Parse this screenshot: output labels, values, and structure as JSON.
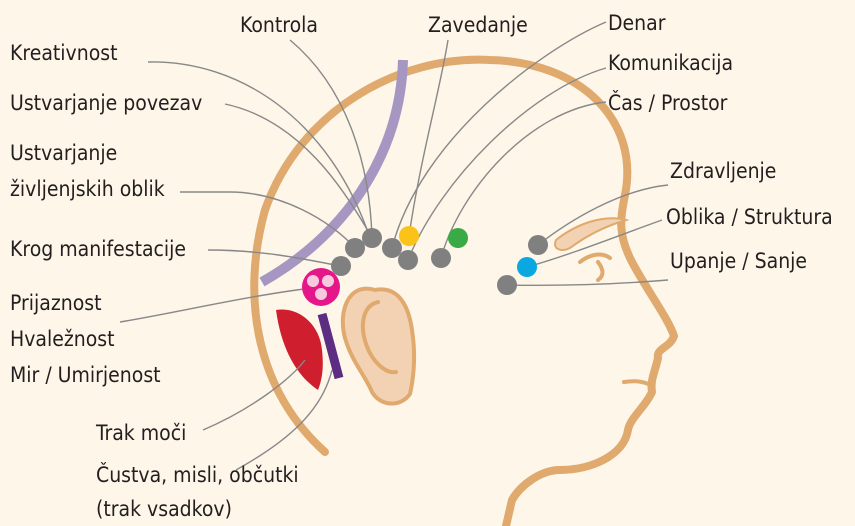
{
  "labels": {
    "kontrola": "Kontrola",
    "zavedanje": "Zavedanje",
    "denar": "Denar",
    "komunikacija": "Komunikacija",
    "cas_prostor": "Čas / Prostor",
    "kreativnost": "Kreativnost",
    "ustvarjanje_povezav": "Ustvarjanje povezav",
    "ustvarjanje_zivljenjskih_1": "Ustvarjanje",
    "ustvarjanje_zivljenjskih_2": "življenjskih oblik",
    "krog_manifestacije": "Krog manifestacije",
    "zdravljenje": "Zdravljenje",
    "oblika_struktura": "Oblika / Struktura",
    "upanje_sanje": "Upanje / Sanje",
    "prijaznost": "Prijaznost",
    "hvaleznost": "Hvaležnost",
    "mir": "Mir / Umirjenost",
    "trak_moci": "Trak moči",
    "custva_1": "Čustva, misli, občutki",
    "custva_2": "(trak vsadkov)"
  },
  "colors": {
    "background": "#fdf6e9",
    "head_outline": "#e0a96d",
    "ear_fill": "#f2d2b3",
    "lavender_band": "#a597c2",
    "gray_point": "#808080",
    "yellow_point": "#fbc21a",
    "green_point": "#3aaa47",
    "blue_point": "#0aa7e0",
    "magenta_point": "#e5168a",
    "red_band": "#cf1f2e",
    "purple_band": "#5c2d82",
    "leader_line": "#888888",
    "text": "#231f20"
  }
}
